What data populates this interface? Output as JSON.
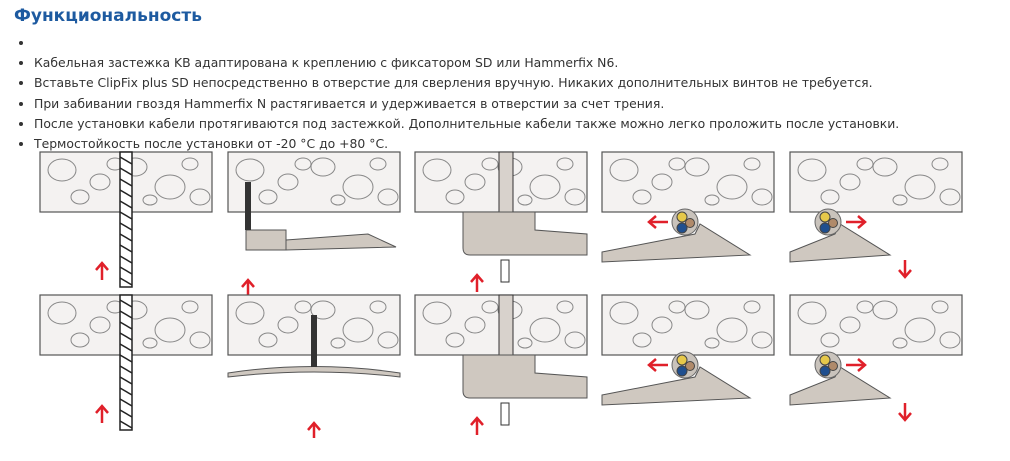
{
  "section": {
    "title": "Функциональность",
    "bullets": [
      "",
      "Кабельная застежка KB адаптирована к креплению с фиксатором SD или Hammerfix N6.",
      "Вставьте ClipFix plus SD непосредственно в отверстие для сверления вручную. Никаких дополнительных винтов не требуется.",
      "При забивании гвоздя Hammerfix N растягивается и удерживается в отверстии за счет трения.",
      "После установки кабели протягиваются под застежкой. Дополнительные кабели также можно легко проложить после установки.",
      "Термостойкость после установки от -20 °C до +80 °C."
    ]
  },
  "illustration": {
    "description_icon": "installation-steps-diagram",
    "colors": {
      "concrete": "#f4f2f1",
      "clip": "#cfc8c0",
      "arrow": "#e0202a",
      "outline": "#555555"
    }
  }
}
